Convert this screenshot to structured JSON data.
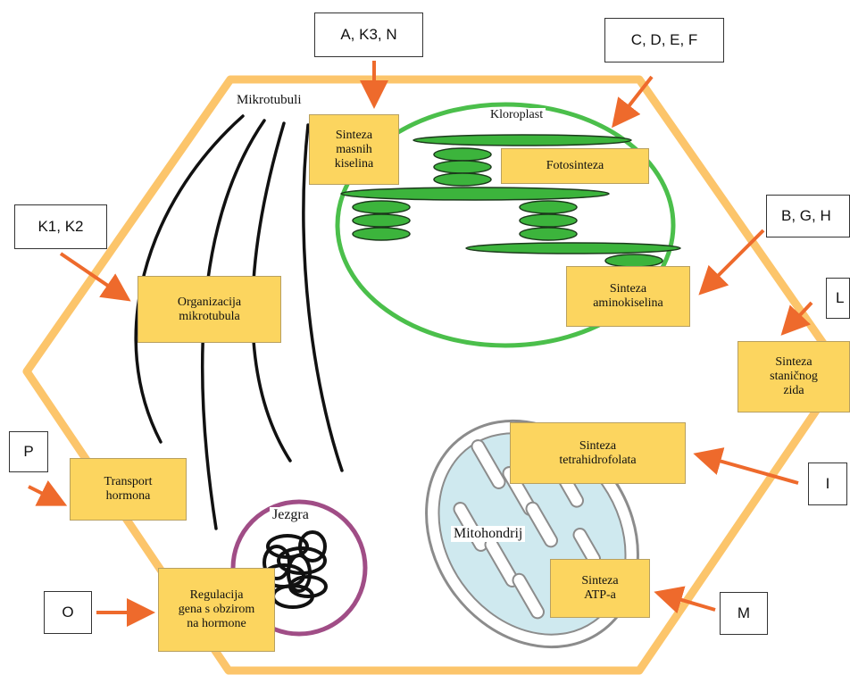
{
  "labels": {
    "mikrotubuli": "Mikrotubuli",
    "kloroplast": "Kloroplast",
    "jezgra": "Jezgra",
    "mitohondrij": "Mitohondrij"
  },
  "function_boxes": {
    "sinteza_masnih_kiselina": "Sinteza\nmasnih\nkiselina",
    "fotosinteza": "Fotosinteza",
    "organizacija_mikrotubula": "Organizacija\nmikrotubula",
    "sinteza_aminokiselina": "Sinteza\naminokiselina",
    "sinteza_stanicnog_zida": "Sinteza\nstaničnog\nzida",
    "sinteza_tetrahidrofolata": "Sinteza\ntetrahidrofolata",
    "transport_hormona": "Transport\nhormona",
    "regulacija_gena": "Regulacija\ngena s obzirom\nna hormone",
    "sinteza_atp": "Sinteza\nATP-a"
  },
  "letter_boxes": {
    "a_k3_n": "A, K3, N",
    "c_d_e_f": "C, D, E, F",
    "b_g_h": "B, G, H",
    "k1_k2": "K1, K2",
    "l": "L",
    "p": "P",
    "i": "I",
    "o": "O",
    "m": "M"
  },
  "colors": {
    "cell_wall": "#fcc56b",
    "chloroplast_outline": "#4bbf4b",
    "thylakoid": "#3cb43c",
    "nucleus_outline": "#a04d86",
    "mitochondrion_fill": "#cfe9ef",
    "arrow": "#ee6a2c",
    "box_fill": "#fcd55f"
  }
}
